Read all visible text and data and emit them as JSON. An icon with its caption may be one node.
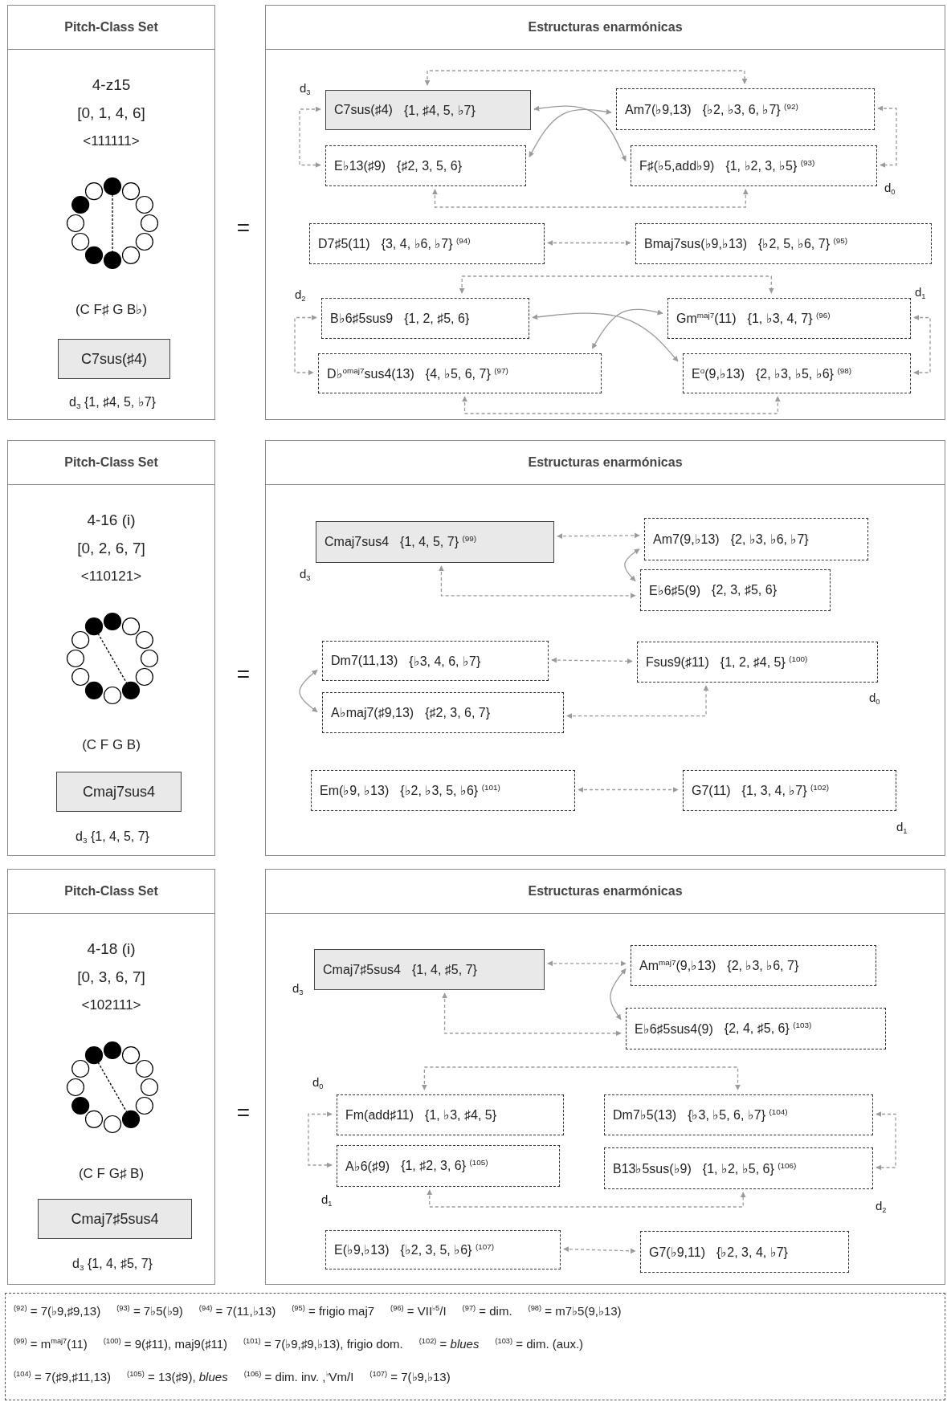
{
  "diagram": {
    "nodes": [
      {
        "text": [
          "Pitch-Class Set",
          "4-z15",
          "[0, 1, 4, 6]",
          "<111111>",
          "(C F♯ G B♭)"
        ]
      },
      {
        "text": [
          "C7sus(♯4)"
        ],
        "in": 0,
        "beside": [
          "d$_{3}$  {1, ♯4, 5, ♭7}"
        ]
      },
      {
        "text": [
          "Estructuras enarmónicas"
        ]
      },
      {
        "text": [
          "C7sus(♯4)",
          "{1, ♯4, 5, ♭7}"
        ],
        "in": 2,
        "beside": [
          "d$_{3}$"
        ]
      },
      {
        "text": [
          "Am7(♭9,13)",
          "{♭2, ♭3, 6, ♭7} $^{(92)}$"
        ],
        "in": 2
      },
      {
        "text": [
          "E♭13(♯9)",
          "{♯2, 3, 5, 6}"
        ],
        "in": 2
      },
      {
        "text": [
          "F♯(♭5,add♭9)",
          "{1, ♭2, 3, ♭5} $^{(93)}$"
        ],
        "in": 2,
        "beside": [
          "d$_{0}$"
        ]
      },
      {
        "text": [
          "D7♯5(11)",
          "{3, 4, ♭6, ♭7} $^{(94)}$"
        ],
        "in": 2
      },
      {
        "text": [
          "Bmaj7sus(♭9,♭13)",
          "{♭2, 5, ♭6, 7} $^{(95)}$"
        ],
        "in": 2
      },
      {
        "text": [
          "B♭6♯5sus9",
          "{1, 2, ♯5, 6}"
        ],
        "in": 2,
        "beside": [
          "d$_{2}$"
        ]
      },
      {
        "text": [
          "Gm$^{maj7}$(11)",
          "{1, ♭3, 4, 7} $^{(96)}$"
        ],
        "in": 2,
        "beside": [
          "d$_{1}$"
        ]
      },
      {
        "text": [
          "D♭$^{omaj7}$sus4(13)",
          "{4, ♭5, 6, 7} $^{(97)}$"
        ],
        "in": 2
      },
      {
        "text": [
          "E$^{o}$(9,♭13)",
          "{2, ♭3, ♭5, ♭6} $^{(98)}$"
        ],
        "in": 2
      },
      {
        "text": [
          "Pitch-Class Set",
          "4-16 (i)",
          "[0, 2, 6, 7]",
          "<110121>",
          "(C F G B)"
        ]
      },
      {
        "text": [
          "Cmaj7sus4"
        ],
        "in": 13,
        "beside": [
          "d$_{3}$ {1, 4, 5, 7}"
        ]
      },
      {
        "text": [
          "Estructuras enarmónicas"
        ]
      },
      {
        "text": [
          "Cmaj7sus4",
          "{1, 4, 5, 7} $^{(99)}$"
        ],
        "in": 15,
        "beside": [
          "d$_{3}$"
        ]
      },
      {
        "text": [
          "Am7(9,♭13)",
          "{2, ♭3, ♭6, ♭7}"
        ],
        "in": 15
      },
      {
        "text": [
          "E♭6♯5(9)",
          "{2, 3, ♯5, 6}"
        ],
        "in": 15
      },
      {
        "text": [
          "Dm7(11,13)",
          "{♭3, 4, 6, ♭7}"
        ],
        "in": 15
      },
      {
        "text": [
          "Fsus9(♯11)",
          "{1, 2, ♯4, 5} $^{(100)}$"
        ],
        "in": 15,
        "beside": [
          "d$_{0}$"
        ]
      },
      {
        "text": [
          "A♭maj7(♯9,13)",
          "{♯2, 3, 6, 7}"
        ],
        "in": 15
      },
      {
        "text": [
          "Em(♭9, ♭13)",
          "{♭2, ♭3, 5, ♭6} $^{(101)}$"
        ],
        "in": 15
      },
      {
        "text": [
          "G7(11)",
          "{1, 3, 4, ♭7} $^{(102)}$"
        ],
        "in": 15,
        "beside": [
          "d$_{1}$"
        ]
      },
      {
        "text": [
          "Pitch-Class Set",
          "4-18 (i)",
          "[0, 3, 6, 7]",
          "<102111>",
          "(C F G♯ B)"
        ]
      },
      {
        "text": [
          "Cmaj7♯5sus4"
        ],
        "in": 24,
        "beside": [
          "d$_{3}$ {1, 4, ♯5, 7}"
        ]
      },
      {
        "text": [
          "Estructuras enarmónicas"
        ]
      },
      {
        "text": [
          "Cmaj7♯5sus4",
          "{1, 4, ♯5, 7}"
        ],
        "in": 26,
        "beside": [
          "d$_{3}$"
        ]
      },
      {
        "text": [
          "Am$^{maj7}$(9,♭13)",
          "{2, ♭3, ♭6, 7}"
        ],
        "in": 26
      },
      {
        "text": [
          "E♭6♯5sus4(9)",
          "{2, 4, ♯5, 6} $^{(103)}$"
        ],
        "in": 26
      },
      {
        "text": [
          "Fm(add♯11)",
          "{1, ♭3, ♯4, 5}"
        ],
        "in": 26,
        "beside": [
          "d$_{0}$"
        ]
      },
      {
        "text": [
          "Dm7♭5(13)",
          "{♭3, ♭5, 6, ♭7} $^{(104)}$"
        ],
        "in": 26
      },
      {
        "text": [
          "A♭6(♯9)",
          "{1, ♯2, 3, 6} $^{(105)}$"
        ],
        "in": 26,
        "beside": [
          "d$_{1}$"
        ]
      },
      {
        "text": [
          "B13♭5sus(♭9)",
          "{1, ♭2, ♭5, 6} $^{(106)}$"
        ],
        "in": 26,
        "beside": [
          "d$_{2}$"
        ]
      },
      {
        "text": [
          "E(♭9,♭13)",
          "{♭2, 3, 5, ♭6} $^{(107)}$"
        ],
        "in": 26
      },
      {
        "text": [
          "G7(♭9,11)",
          "{♭2, 3, 4, ♭7}"
        ],
        "in": 26
      },
      {
        "text": [
          "$^{(92)}$ = 7(♭9,♯9,13)",
          "$^{(93)}$ = 7♭5(♭9)",
          "$^{(94)}$ = 7(11,♭13)",
          "$^{(95)}$ = frigio maj7",
          "$^{(96)}$ = VII$^{♭5}$/I",
          "$^{(97)}$ = dim.",
          "$^{(98)}$ = m7♭5(9,♭13)",
          "$^{(99)}$ = m$^{maj7}$(11)",
          "$^{(100)}$ = 9(♯11), maj9(♯11)",
          "$^{(101)}$ = 7(♭9,♯9,♭13), frigio dom.",
          "$^{(102)}$ = *blues*",
          "$^{(103)}$ = dim. (aux.)",
          "$^{(104)}$ = 7(♯9,♯11,13)",
          "$^{(105)}$ = 13(♯9), *blues*",
          "$^{(106)}$ = dim. inv. ,$^{♭}$Vm/I",
          "$^{(107)}$ = 7(♭9,♭13)"
        ]
      }
    ],
    "edges": [
      {
        "from": 3,
        "to": 4,
        "arrow": "both",
        "style": "dashed"
      },
      {
        "from": 3,
        "to": 5,
        "arrow": "both",
        "style": "dashed"
      },
      {
        "from": 4,
        "to": 6,
        "arrow": "both",
        "style": "dashed"
      },
      {
        "from": 5,
        "to": 6,
        "arrow": "both",
        "style": "dashed"
      },
      {
        "from": 3,
        "to": 6,
        "arrow": "both"
      },
      {
        "from": 4,
        "to": 5,
        "arrow": "both"
      },
      {
        "from": 7,
        "to": 8,
        "arrow": "both",
        "style": "dashed"
      },
      {
        "from": 9,
        "to": 10,
        "arrow": "both",
        "style": "dashed"
      },
      {
        "from": 9,
        "to": 11,
        "arrow": "both",
        "style": "dashed"
      },
      {
        "from": 10,
        "to": 12,
        "arrow": "both",
        "style": "dashed"
      },
      {
        "from": 11,
        "to": 12,
        "arrow": "both",
        "style": "dashed"
      },
      {
        "from": 9,
        "to": 12,
        "arrow": "both"
      },
      {
        "from": 10,
        "to": 11,
        "arrow": "both"
      },
      {
        "from": 16,
        "to": 17,
        "arrow": "both",
        "style": "dashed"
      },
      {
        "from": 16,
        "to": 18,
        "arrow": "both",
        "style": "dashed"
      },
      {
        "from": 17,
        "to": 18,
        "arrow": "both"
      },
      {
        "from": 19,
        "to": 20,
        "arrow": "both",
        "style": "dashed"
      },
      {
        "from": 19,
        "to": 21,
        "arrow": "both"
      },
      {
        "from": 21,
        "to": 20,
        "arrow": "both",
        "style": "dashed"
      },
      {
        "from": 22,
        "to": 23,
        "arrow": "both",
        "style": "dashed"
      },
      {
        "from": 27,
        "to": 28,
        "arrow": "both",
        "style": "dashed"
      },
      {
        "from": 27,
        "to": 29,
        "arrow": "both",
        "style": "dashed"
      },
      {
        "from": 28,
        "to": 29,
        "arrow": "both"
      },
      {
        "from": 30,
        "to": 31,
        "arrow": "both",
        "style": "dashed"
      },
      {
        "from": 30,
        "to": 32,
        "arrow": "both",
        "style": "dashed"
      },
      {
        "from": 31,
        "to": 33,
        "arrow": "both",
        "style": "dashed"
      },
      {
        "from": 32,
        "to": 33,
        "arrow": "both",
        "style": "dashed"
      },
      {
        "from": 34,
        "to": 35,
        "arrow": "both",
        "style": "dashed"
      }
    ],
    "labels": [
      "=",
      "=",
      "="
    ]
  }
}
